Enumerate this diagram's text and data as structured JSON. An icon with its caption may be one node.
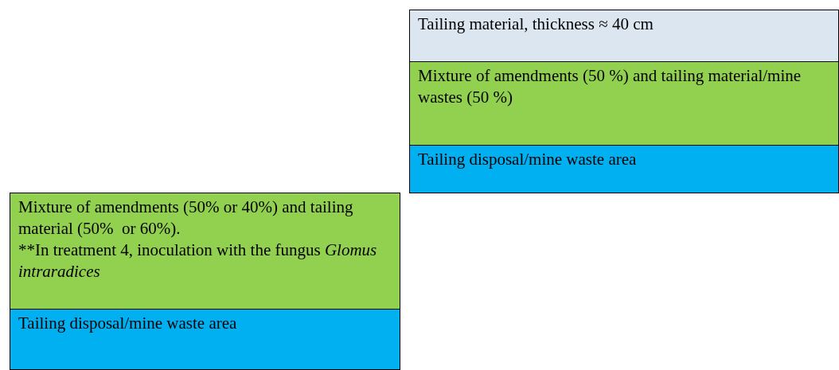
{
  "diagram": {
    "nodes": [
      {
        "text": [
          "Tailing material, thickness ≈ 40 cm"
        ]
      },
      {
        "text": [
          "Mixture of amendments (50 %) and tailing material/mine wastes (50 %)"
        ]
      },
      {
        "text": [
          "Tailing disposal/mine waste area"
        ]
      },
      {
        "text": [
          "Mixture of amendments (50% or 40%) and tailing material (50%  or 60%).",
          "**In treatment 4, inoculation with the fungus *Glomus intraradices*"
        ]
      },
      {
        "text": [
          "Tailing disposal/mine waste area"
        ]
      }
    ]
  }
}
